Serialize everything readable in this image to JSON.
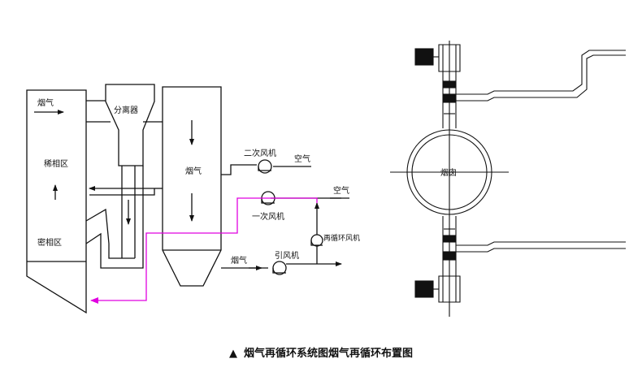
{
  "left_diagram": {
    "labels": {
      "flue_gas_top_left": "烟气",
      "separator": "分离器",
      "dilute_zone": "稀相区",
      "dense_zone": "密相区",
      "flue_gas_shaft": "烟气",
      "secondary_fan": "二次风机",
      "air_top": "空气",
      "air_mid": "空气",
      "primary_fan": "一次风机",
      "recirc_fan": "再循环风机",
      "flue_gas_bottom": "烟气",
      "induced_fan": "引风机"
    }
  },
  "right_diagram": {
    "labels": {
      "flue": "烟囱"
    }
  },
  "caption": {
    "marker": "▲",
    "text": "烟气再循环系统图烟气再循环布置图"
  },
  "colors": {
    "line": "#111111",
    "recirculation": "#e000e0"
  }
}
